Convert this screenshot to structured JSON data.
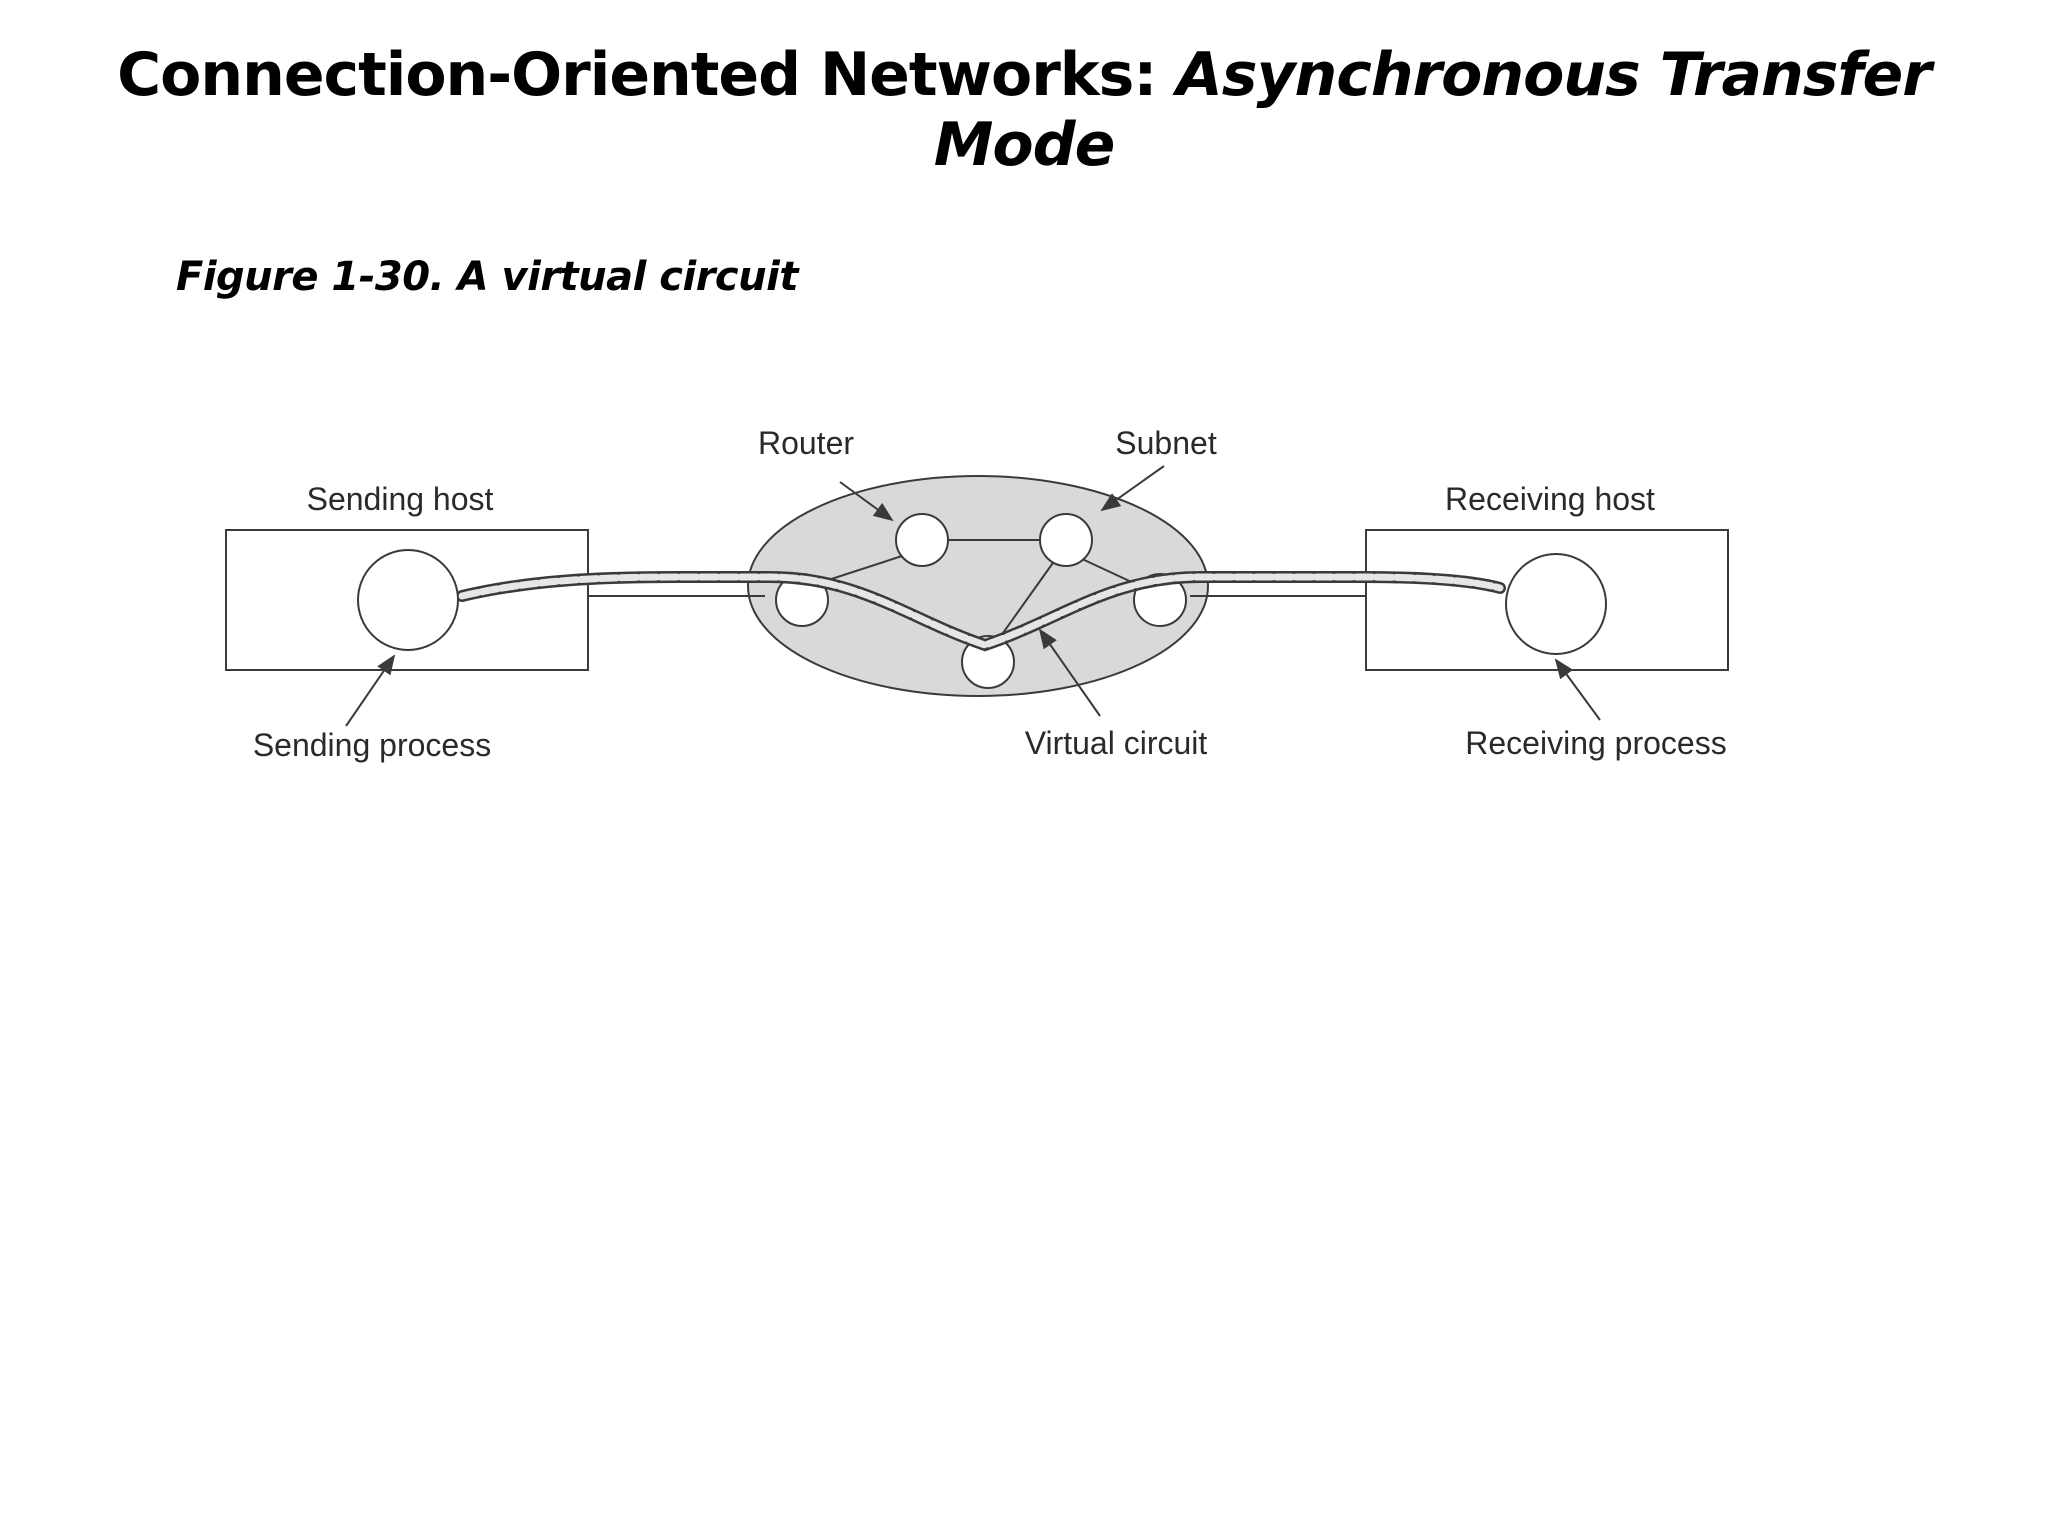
{
  "slide": {
    "title_main": "Connection-Oriented Networks:",
    "title_sub": "Asynchronous Transfer Mode",
    "caption": "Figure 1-30. A virtual circuit"
  },
  "diagram": {
    "labels": {
      "router": "Router",
      "subnet": "Subnet",
      "sending_host": "Sending host",
      "receiving_host": "Receiving host",
      "sending_process": "Sending process",
      "virtual_circuit": "Virtual circuit",
      "receiving_process": "Receiving process"
    }
  },
  "colors": {
    "subnet_fill": "#d9d9d9",
    "line": "#3a3a3a"
  }
}
